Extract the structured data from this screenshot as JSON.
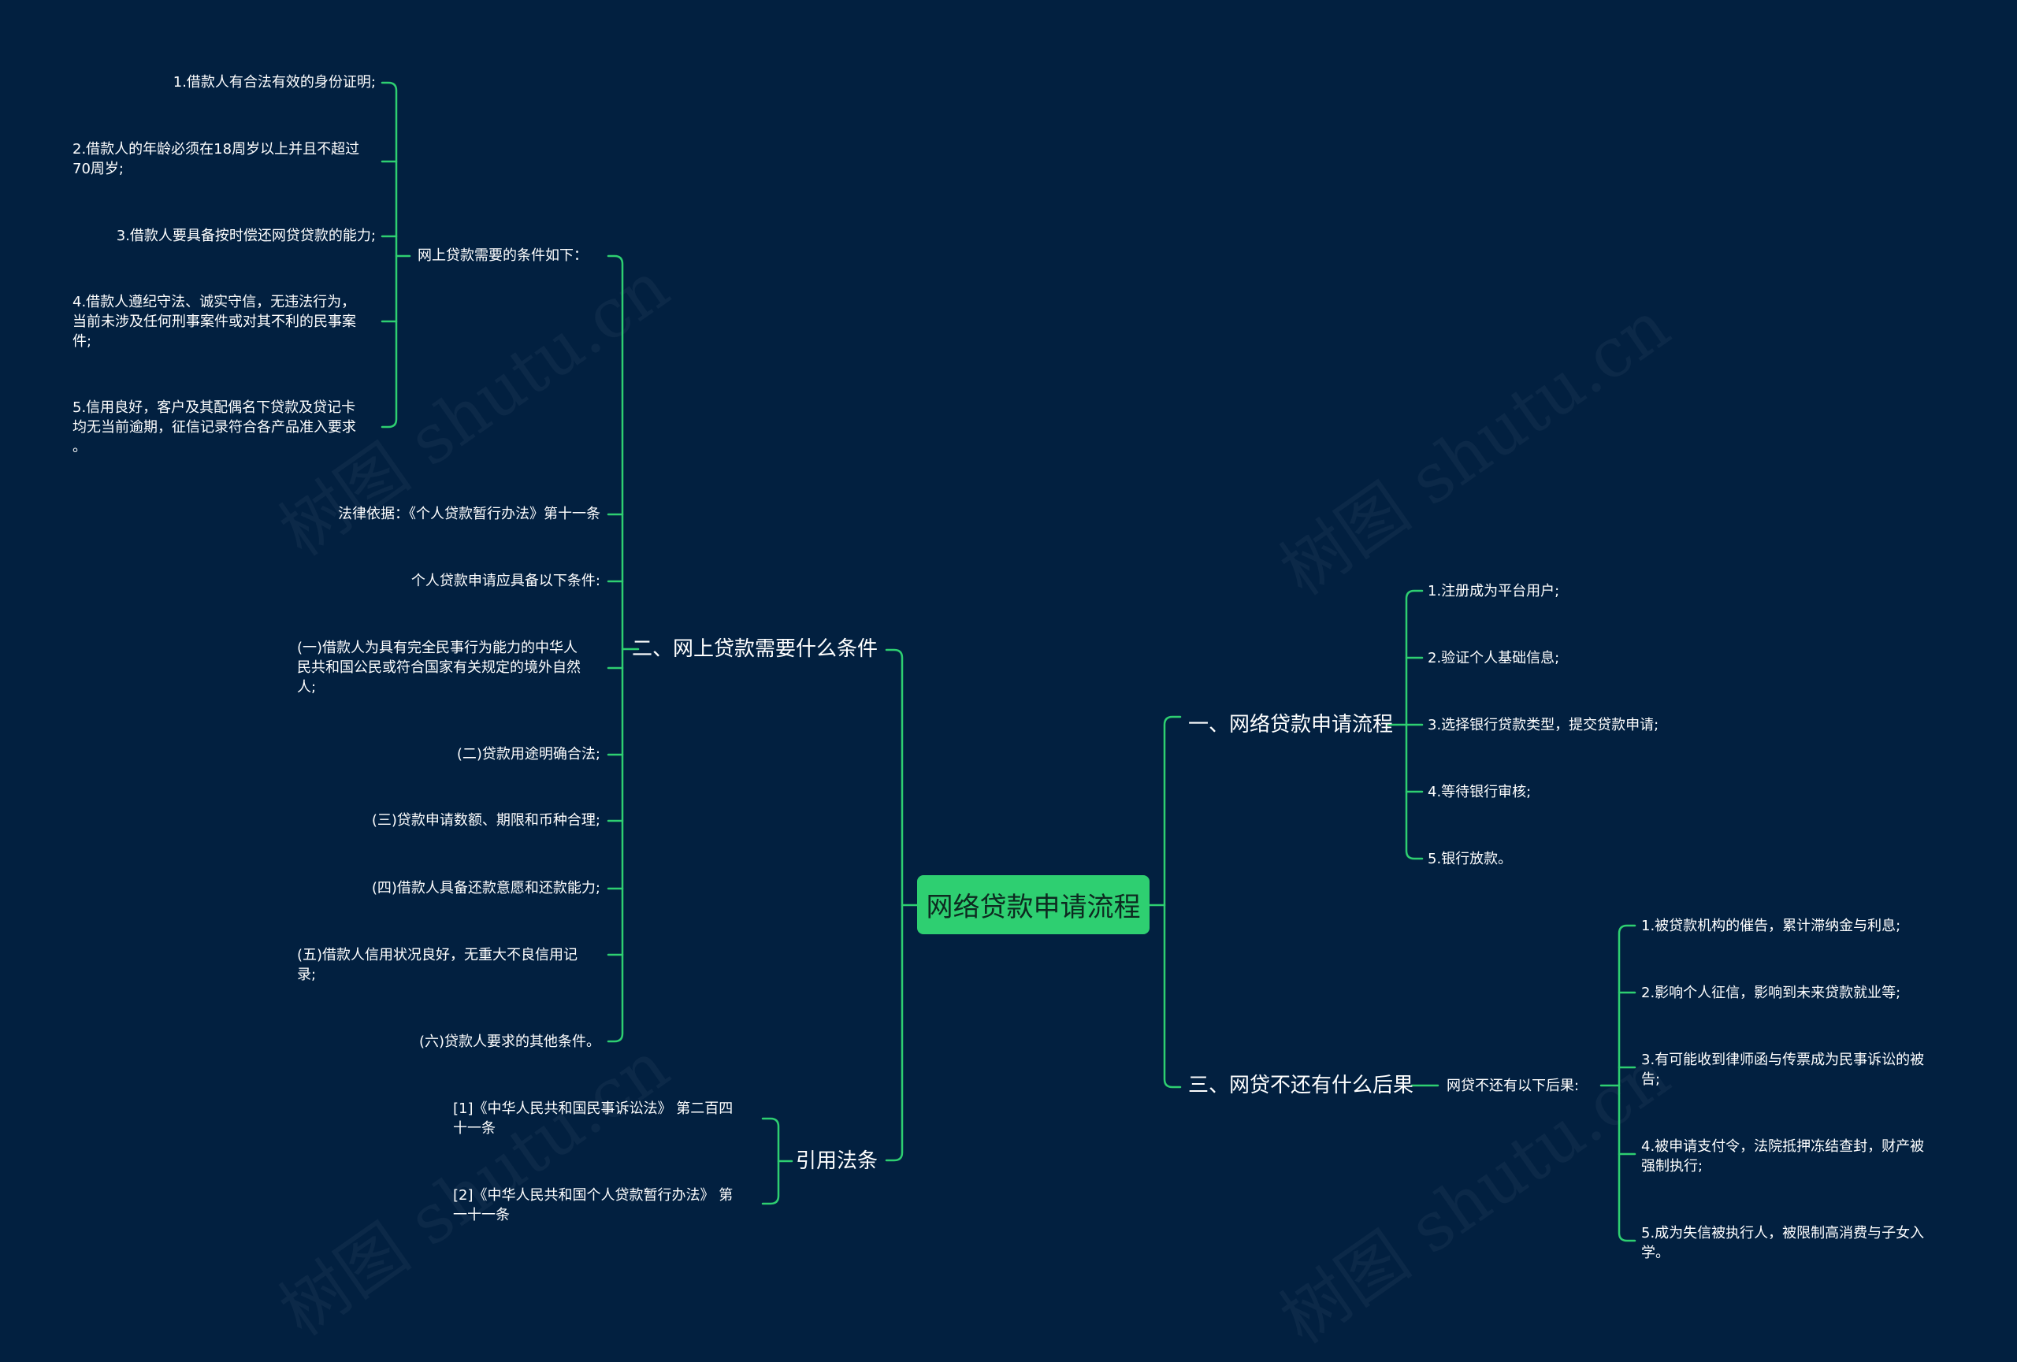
{
  "root": "网络贷款申请流程",
  "left": {
    "b2": {
      "title": "二、网上贷款需要什么条件",
      "sub_title": "网上贷款需要的条件如下：",
      "sub_items": [
        "1.借款人有合法有效的身份证明;",
        "2.借款人的年龄必须在18周岁以上并且不超过",
        "70周岁;",
        "3.借款人要具备按时偿还网贷贷款的能力;",
        "4.借款人遵纪守法、诚实守信，无违法行为，",
        "当前未涉及任何刑事案件或对其不利的民事案",
        "件;",
        "5.信用良好，客户及其配偶名下贷款及贷记卡",
        "均无当前逾期，征信记录符合各产品准入要求",
        "。"
      ],
      "law_basis": "法律依据：《个人贷款暂行办法》第十一条",
      "personal_title": "个人贷款申请应具备以下条件:",
      "cond1": [
        "(一)借款人为具有完全民事行为能力的中华人",
        "民共和国公民或符合国家有关规定的境外自然",
        "人;"
      ],
      "cond2": "(二)贷款用途明确合法;",
      "cond3": "(三)贷款申请数额、期限和币种合理;",
      "cond4": "(四)借款人具备还款意愿和还款能力;",
      "cond5": [
        "(五)借款人信用状况良好，无重大不良信用记",
        "录;"
      ],
      "cond6": "(六)贷款人要求的其他条件。"
    },
    "cite": {
      "title": "引用法条",
      "ref1": [
        "[1]《中华人民共和国民事诉讼法》 第二百四",
        "十一条"
      ],
      "ref2": [
        "[2]《中华人民共和国个人贷款暂行办法》 第",
        "一十一条"
      ]
    }
  },
  "right": {
    "b1": {
      "title": "一、网络贷款申请流程",
      "items": [
        "1.注册成为平台用户;",
        "2.验证个人基础信息;",
        "3.选择银行贷款类型，提交贷款申请;",
        "4.等待银行审核;",
        "5.银行放款。"
      ]
    },
    "b3": {
      "title": "三、网贷不还有什么后果",
      "sub_title": "网贷不还有以下后果:",
      "items": [
        "1.被贷款机构的催告，累计滞纳金与利息;",
        "2.影响个人征信，影响到未来贷款就业等;",
        "3.有可能收到律师函与传票成为民事诉讼的被",
        "告;",
        "4.被申请支付令，法院抵押冻结查封，财产被",
        "强制执行;",
        "5.成为失信被执行人，被限制高消费与子女入",
        "学。"
      ]
    }
  },
  "watermark": "树图 shutu.cn",
  "colors": {
    "background": "#022040",
    "line": "#2ecf71",
    "root_fill": "#2ecf71",
    "text": "#ffffff"
  }
}
